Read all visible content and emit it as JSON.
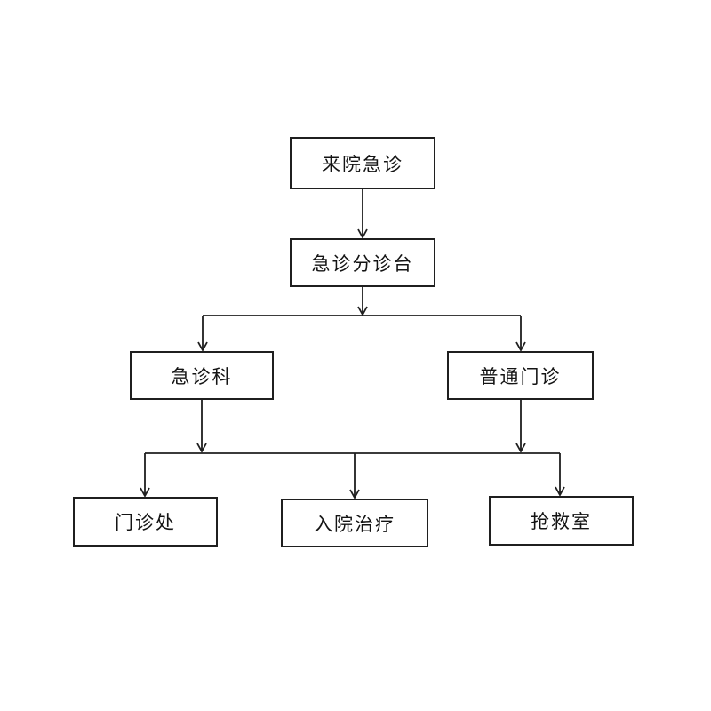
{
  "diagram": {
    "type": "flowchart",
    "background_color": "#ffffff",
    "line_color": "#1f1f1f",
    "box_fill": "#ffffff",
    "text_color": "#141414",
    "nodes": {
      "arrive": {
        "label": "来院急诊"
      },
      "triage": {
        "label": "急诊分诊台"
      },
      "emergency": {
        "label": "急诊科"
      },
      "general": {
        "label": "普通门诊"
      },
      "outpatient": {
        "label": "门诊处"
      },
      "admission": {
        "label": "入院治疗"
      },
      "rescue": {
        "label": "抢救室"
      }
    },
    "edges": [
      {
        "from": "来院急诊",
        "to": "急诊分诊台"
      },
      {
        "from": "急诊分诊台",
        "to": "急诊科"
      },
      {
        "from": "急诊分诊台",
        "to": "普通门诊"
      },
      {
        "from": "急诊科",
        "to": "门诊处"
      },
      {
        "from": "急诊科",
        "to": "入院治疗"
      },
      {
        "from": "急诊科",
        "to": "抢救室"
      },
      {
        "from": "普通门诊",
        "to": "门诊处"
      },
      {
        "from": "普通门诊",
        "to": "入院治疗"
      },
      {
        "from": "普通门诊",
        "to": "抢救室"
      }
    ]
  }
}
